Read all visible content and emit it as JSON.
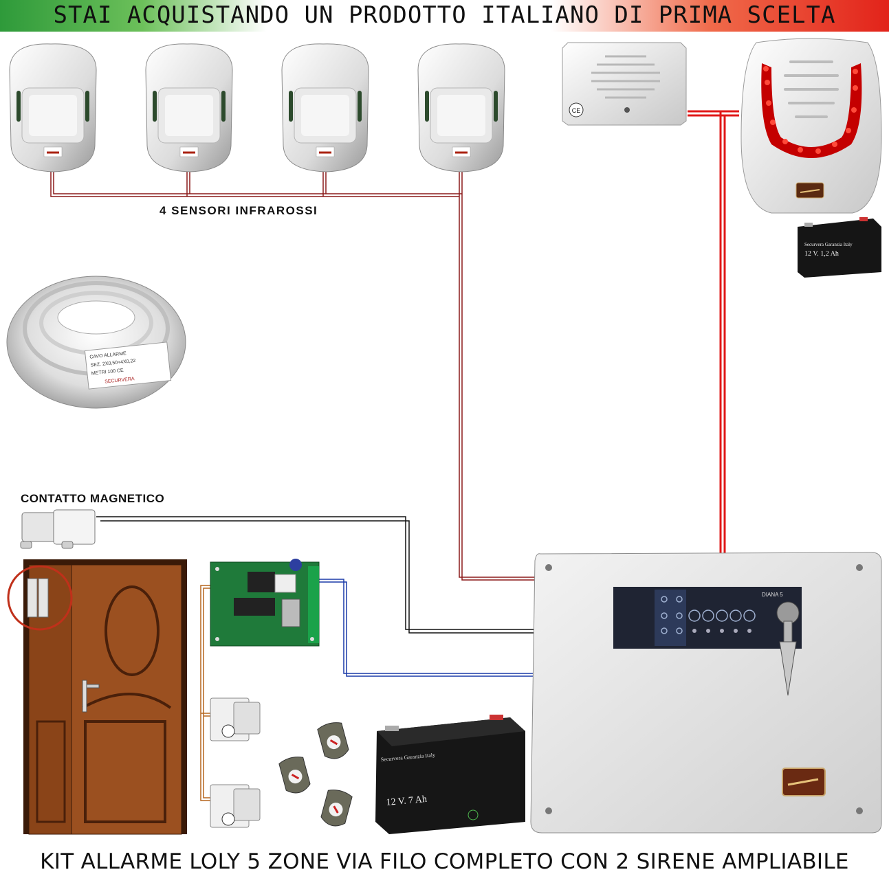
{
  "header": {
    "banner_text": "STAI ACQUISTANDO UN PRODOTTO ITALIANO DI PRIMA SCELTA",
    "flag_colors": [
      "#2e9a3a",
      "#ffffff",
      "#e2231a"
    ]
  },
  "labels": {
    "sensors": "4 SENSORI INFRAROSSI",
    "magnetic_contact": "CONTATTO MAGNETICO"
  },
  "footer": {
    "title": "KIT ALLARME LOLY 5 ZONE VIA FILO COMPLETO CON 2 SIRENE AMPLIABILE"
  },
  "components": {
    "siren_battery": "12 V. 1,2 Ah",
    "siren_battery_brand": "Securvera  Garanzia Italy",
    "main_battery": "12 V. 7 Ah",
    "main_battery_brand": "Securvera  Garanzia Italy",
    "cable_label_lines": [
      "CAVO ALLARME",
      "SEZ. 2X0,50+4X0,22",
      "METRI 100 CE",
      "SECURVERA"
    ],
    "panel_model": "DIANA 5",
    "ce_mark": "CE"
  },
  "wire_colors": {
    "sensor_wire": "#8b1a1a",
    "siren_wire": "#e01818",
    "contact_wire": "#111111",
    "module_wire": "#1a3aa8",
    "door_wire": "#b5651d"
  }
}
